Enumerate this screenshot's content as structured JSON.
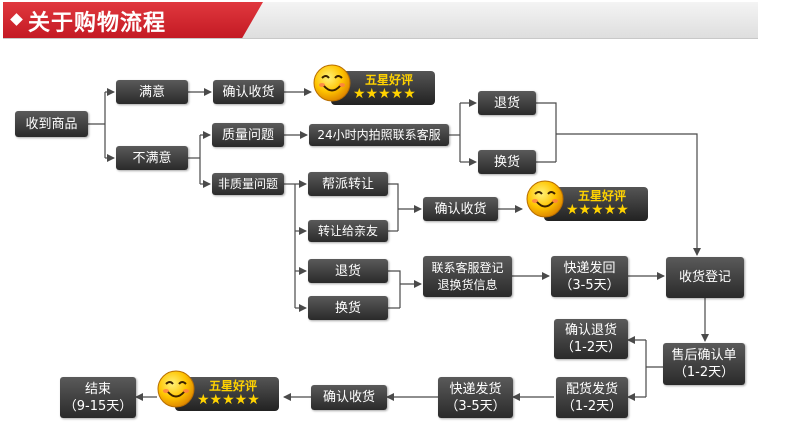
{
  "header": {
    "title": "关于购物流程"
  },
  "nodes": {
    "receive": "收到商品",
    "satisfied": "满意",
    "confirm_top": "确认收货",
    "unsatisfied": "不满意",
    "quality_issue": "质量问题",
    "photo_contact": "24小时内拍照联系客服",
    "return_top": "退货",
    "exchange_top": "换货",
    "non_quality": "非质量问题",
    "help_transfer": "帮派转让",
    "transfer_friend": "转让给亲友",
    "confirm_mid": "确认收货",
    "return_mid": "退货",
    "exchange_mid": "换货",
    "register_line1": "联系客服登记",
    "register_line2": "退换货信息",
    "express_back_line1": "快递发回",
    "express_back_line2": "（3-5天）",
    "receipt_register": "收货登记",
    "aftersale_line1": "售后确认单",
    "aftersale_line2": "（1-2天）",
    "confirm_return_line1": "确认退货",
    "confirm_return_line2": "（1-2天）",
    "dispatch_line1": "配货发货",
    "dispatch_line2": "（1-2天）",
    "express_ship_line1": "快递发货",
    "express_ship_line2": "（3-5天）",
    "confirm_bottom": "确认收货",
    "end_line1": "结束",
    "end_line2": "（9-15天）"
  },
  "badges": {
    "label": "五星好评",
    "stars": "★★★★★",
    "icon": "smiley-face-icon"
  },
  "colors": {
    "banner_red": "#d42a32",
    "box_dark": "#333333",
    "badge_text": "#ffd200",
    "connector": "#4a4a4a"
  }
}
